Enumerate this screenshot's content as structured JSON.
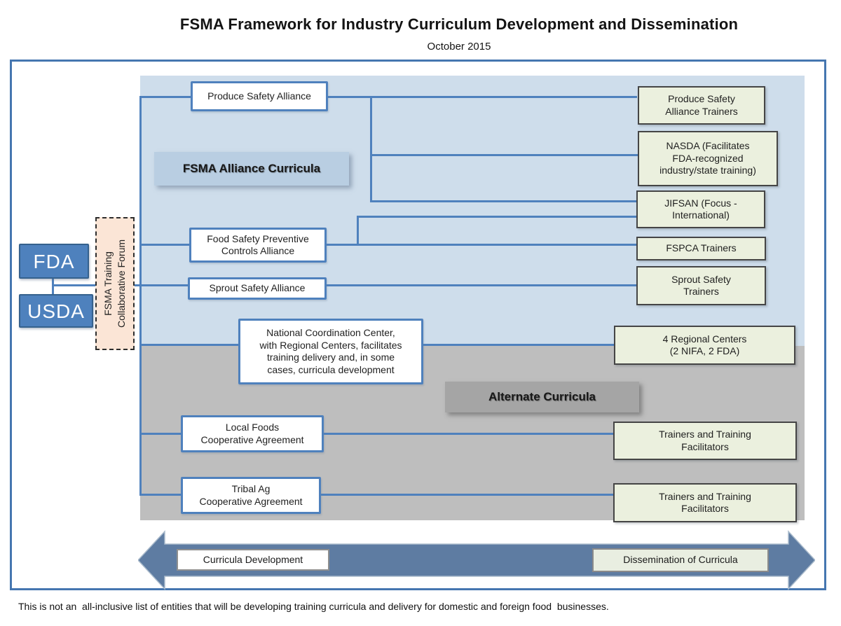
{
  "title": "FSMA Framework for Industry Curriculum Development and Dissemination",
  "subtitle": "October 2015",
  "agencies": {
    "fda": "FDA",
    "usda": "USDA"
  },
  "forum": {
    "line1": "FSMA Training",
    "line2": "Collaborative  Forum"
  },
  "sections": {
    "fsma_alliance_label": "FSMA Alliance Curricula",
    "alternate_label": "Alternate Curricula"
  },
  "developers": {
    "produce_safety_alliance": "Produce Safety Alliance",
    "fspca": "Food Safety Preventive\nControls Alliance",
    "sprout_safety_alliance": "Sprout Safety Alliance",
    "national_coordination_center": "National Coordination Center,\nwith Regional Centers, facilitates\ntraining delivery and, in some\ncases, curricula development",
    "local_foods": "Local Foods\nCooperative Agreement",
    "tribal_ag": "Tribal Ag\nCooperative Agreement"
  },
  "disseminators": {
    "psa_trainers": "Produce Safety\nAlliance Trainers",
    "nasda": "NASDA (Facilitates\nFDA-recognized\nindustry/state training)",
    "jifsan": "JIFSAN (Focus -\nInternational)",
    "fspca_trainers": "FSPCA Trainers",
    "sprout_trainers": "Sprout Safety\nTrainers",
    "regional_centers": "4 Regional Centers\n(2 NIFA, 2 FDA)",
    "trainers_facilitators_1": "Trainers and Training\nFacilitators",
    "trainers_facilitators_2": "Trainers and Training\nFacilitators"
  },
  "arrow": {
    "left_label": "Curricula Development",
    "right_label": "Dissemination of Curricula"
  },
  "footnote": "This is not an  all-inclusive list of entities that will be developing training curricula and delivery for domestic and foreign food  businesses.",
  "connections": [
    [
      "FDA",
      "USDA"
    ],
    [
      "FDA/USDA",
      "FSMA Training Collaborative Forum"
    ],
    [
      "FSMA Training Collaborative Forum",
      "Produce Safety Alliance"
    ],
    [
      "FSMA Training Collaborative Forum",
      "Food Safety Preventive Controls Alliance"
    ],
    [
      "FSMA Training Collaborative Forum",
      "Sprout Safety Alliance"
    ],
    [
      "FSMA Training Collaborative Forum",
      "National Coordination Center"
    ],
    [
      "FSMA Training Collaborative Forum",
      "Local Foods Cooperative Agreement"
    ],
    [
      "FSMA Training Collaborative Forum",
      "Tribal Ag Cooperative Agreement"
    ],
    [
      "Produce Safety Alliance",
      "Produce Safety Alliance Trainers"
    ],
    [
      "Produce Safety Alliance",
      "NASDA"
    ],
    [
      "Produce Safety Alliance",
      "JIFSAN"
    ],
    [
      "Food Safety Preventive Controls Alliance",
      "JIFSAN"
    ],
    [
      "Food Safety Preventive Controls Alliance",
      "FSPCA Trainers"
    ],
    [
      "Sprout Safety Alliance",
      "Sprout Safety Trainers"
    ],
    [
      "National Coordination Center",
      "4 Regional Centers (2 NIFA, 2 FDA)"
    ],
    [
      "Local Foods Cooperative Agreement",
      "Trainers and Training Facilitators"
    ],
    [
      "Tribal Ag Cooperative Agreement",
      "Trainers and Training Facilitators"
    ]
  ],
  "colors": {
    "region_blue": "#CEDDEB",
    "region_gray": "#BEBEBE",
    "agency_blue": "#4E81BD",
    "connector_blue": "#4F81BD",
    "sage_box": "#EBF0DE",
    "forum_peach": "#FBE5D6",
    "arrow_slate": "#5E7CA2"
  }
}
